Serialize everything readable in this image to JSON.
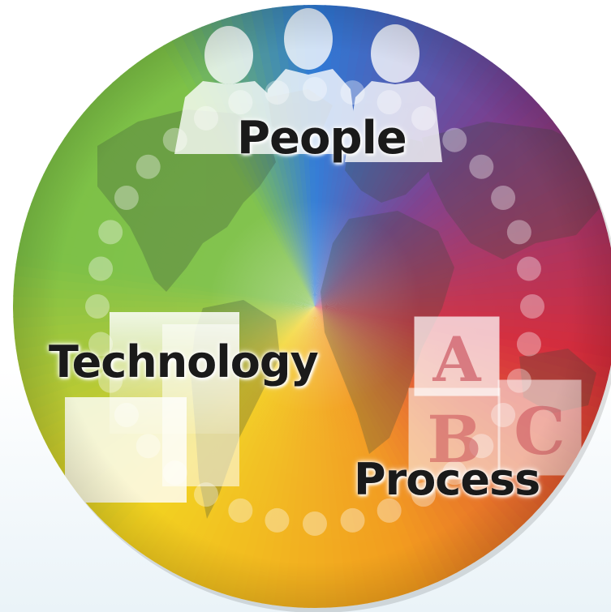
{
  "labels": {
    "people": "People",
    "technology": "Technology",
    "process": "Process"
  },
  "blocks": {
    "top": "A",
    "bottom_left": "B",
    "bottom_right": "C"
  },
  "colors": {
    "people": "#2b78d6",
    "process": "#d42a3a",
    "technology": "#f2d21e",
    "green": "#7cc045",
    "orange": "#f29a1c",
    "purple": "#7a3c8c"
  }
}
